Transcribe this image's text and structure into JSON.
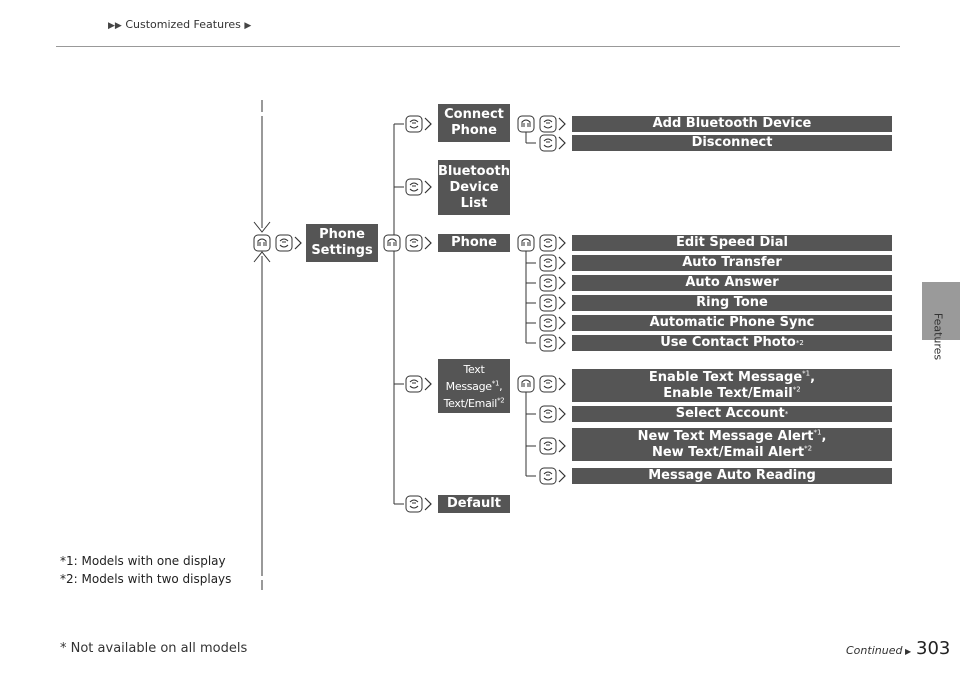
{
  "header": {
    "arrows": "▶▶",
    "title": "Customized Features",
    "arrow_end": "▶"
  },
  "side_tab": {
    "label": "Features"
  },
  "diagram": {
    "root": {
      "line1": "Phone",
      "line2": "Settings"
    },
    "level2": {
      "connect_phone": {
        "line1": "Connect",
        "line2": "Phone"
      },
      "bluetooth_list": {
        "line1": "Bluetooth",
        "line2": "Device",
        "line3": "List"
      },
      "phone": {
        "label": "Phone"
      },
      "text_message": {
        "line1": "Text",
        "line2": "Message",
        "sup1": "*1",
        "comma": ",",
        "line3": "Text/Email",
        "sup2": "*2"
      },
      "default": {
        "label": "Default"
      }
    },
    "connect_items": {
      "add": "Add Bluetooth Device",
      "disconnect": "Disconnect"
    },
    "phone_items": {
      "edit_speed_dial": "Edit Speed Dial",
      "auto_transfer": "Auto Transfer",
      "auto_answer": "Auto Answer",
      "ring_tone": "Ring Tone",
      "auto_sync": "Automatic Phone Sync",
      "contact_photo": "Use Contact Photo",
      "contact_photo_sup": "*2"
    },
    "text_items": {
      "enable_l1": "Enable Text Message",
      "enable_sup1": "*1",
      "enable_comma": ",",
      "enable_l2": "Enable Text/Email",
      "enable_sup2": "*2",
      "select_account": "Select Account",
      "select_sup": "*",
      "alert_l1": "New Text Message Alert",
      "alert_sup1": "*1",
      "alert_comma": ",",
      "alert_l2": "New Text/Email Alert",
      "alert_sup2": "*2",
      "auto_reading": "Message Auto Reading"
    }
  },
  "footnotes": {
    "note1": "*1: Models with one display",
    "note2": "*2: Models with two displays"
  },
  "bottom_note": "* Not available on all models",
  "continued": "Continued",
  "page_number": "303"
}
